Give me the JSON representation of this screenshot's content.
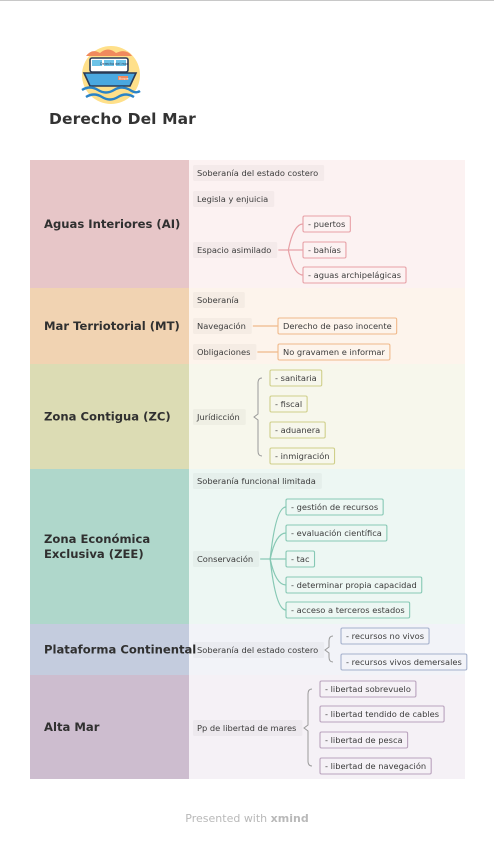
{
  "title": "Derecho Del Mar",
  "footer": {
    "prefix": "Presented with",
    "brand": "xmind"
  },
  "logo_text": {
    "top": "Derecho del mar",
    "bottom": "Buque"
  },
  "bands": [
    {
      "label": [
        "Aguas Interiores (AI)"
      ],
      "fill": "#e7c6c8",
      "light": "#fcf2f2",
      "accent": "#e7a0a6",
      "children": [
        {
          "text": "Soberanía del estado costero"
        },
        {
          "text": "Legisla y enjuicia"
        },
        {
          "text": "Espacio asimilado",
          "children": [
            "- puertos",
            "- bahías",
            "- aguas archipelágicas"
          ]
        }
      ]
    },
    {
      "label": [
        "Mar Terriotorial (MT)"
      ],
      "fill": "#f1d3b2",
      "light": "#fdf4ec",
      "accent": "#f0b98a",
      "children": [
        {
          "text": "Soberanía"
        },
        {
          "text": "Navegación",
          "children": [
            "Derecho de paso inocente"
          ]
        },
        {
          "text": "Obligaciones",
          "children": [
            "No gravamen e informar"
          ]
        }
      ]
    },
    {
      "label": [
        "Zona Contigua (ZC)"
      ],
      "fill": "#dcdcb4",
      "light": "#f7f7ec",
      "accent": "#cfcf8a",
      "children": [
        {
          "text": "Jurídicción",
          "children": [
            "- sanitaria",
            "- fiscal",
            "- aduanera",
            "- inmigración"
          ]
        }
      ]
    },
    {
      "label": [
        "Zona Económica",
        "Exclusiva (ZEE)"
      ],
      "fill": "#afd7cb",
      "light": "#edf7f3",
      "accent": "#86c8b4",
      "children": [
        {
          "text": "Soberanía funcional limitada"
        },
        {
          "text": "Conservación",
          "children": [
            "- gestión de recursos",
            "- evaluación científica",
            "- tac",
            "- determinar propia capacidad",
            "- acceso a terceros estados"
          ]
        }
      ]
    },
    {
      "label": [
        "Plataforma Continental"
      ],
      "fill": "#c4ccde",
      "light": "#f2f3f8",
      "accent": "#a4b0cc",
      "children": [
        {
          "text": "Soberanía del estado costero",
          "children": [
            "- recursos no vivos",
            "- recursos vivos demersales"
          ]
        }
      ]
    },
    {
      "label": [
        "Alta Mar"
      ],
      "fill": "#cdbdcf",
      "light": "#f5f1f6",
      "accent": "#b9a2bd",
      "children": [
        {
          "text": "Pp de libertad de mares",
          "children": [
            "- libertad sobrevuelo",
            "- libertad tendido de cables",
            "- libertad de pesca",
            "- libertad de navegación"
          ]
        }
      ]
    }
  ]
}
